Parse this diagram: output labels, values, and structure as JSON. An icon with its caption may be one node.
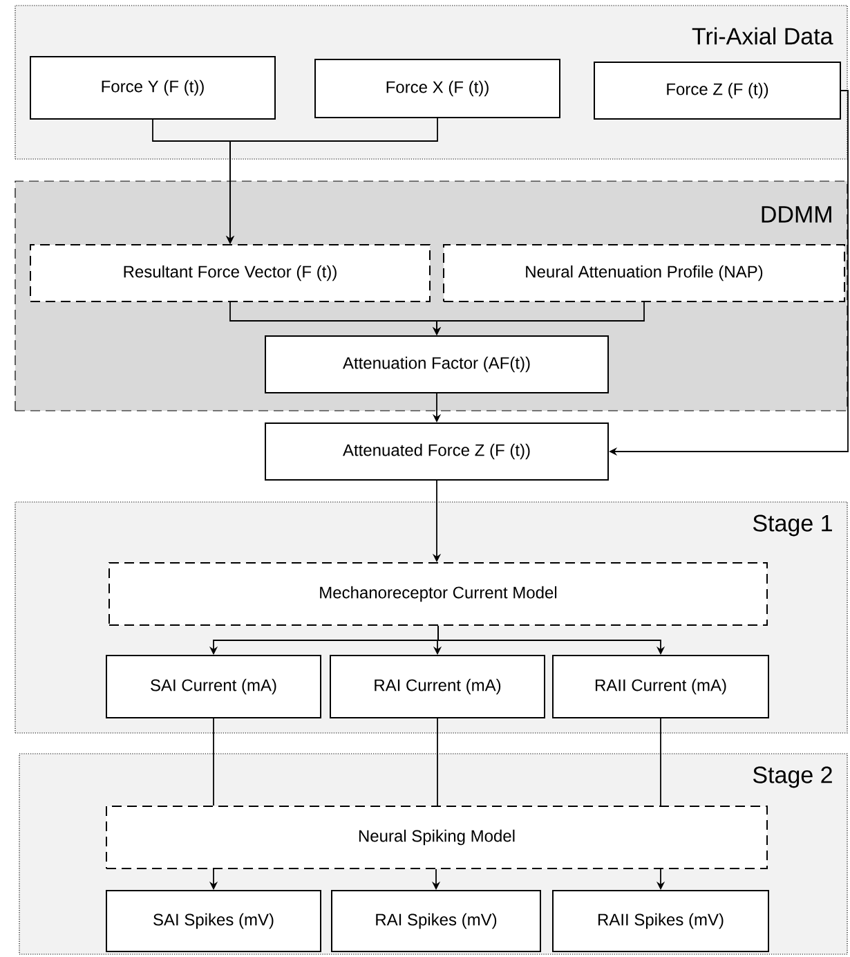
{
  "diagram": {
    "nodes": [
      {
        "text": [
          "Tri-Axial Data"
        ]
      },
      {
        "text": [
          "Force Y (F (t))"
        ],
        "in": 0
      },
      {
        "text": [
          "Force X (F (t))"
        ],
        "in": 0
      },
      {
        "text": [
          "Force Z (F (t))"
        ],
        "in": 0
      },
      {
        "text": [
          "DDMM"
        ]
      },
      {
        "text": [
          "Resultant Force Vector (F (t))"
        ],
        "in": 4
      },
      {
        "text": [
          "Neural Attenuation Profile (NAP)"
        ],
        "in": 4
      },
      {
        "text": [
          "Attenuation Factor (AF(t))"
        ],
        "in": 4
      },
      {
        "text": [
          "Attenuated Force Z (F (t))"
        ]
      },
      {
        "text": [
          "Stage 1"
        ]
      },
      {
        "text": [
          "Mechanoreceptor Current Model"
        ],
        "in": 9
      },
      {
        "text": [
          "SAI Current (mA)"
        ],
        "in": 9
      },
      {
        "text": [
          "RAI Current (mA)"
        ],
        "in": 9
      },
      {
        "text": [
          "RAII Current (mA)"
        ],
        "in": 9
      },
      {
        "text": [
          "Stage 2"
        ]
      },
      {
        "text": [
          "Neural Spiking Model"
        ],
        "in": 14
      },
      {
        "text": [
          "SAI Spikes (mV)"
        ],
        "in": 14
      },
      {
        "text": [
          "RAI Spikes (mV)"
        ],
        "in": 14
      },
      {
        "text": [
          "RAII Spikes (mV)"
        ],
        "in": 14
      }
    ],
    "edges": [
      {
        "from": 1,
        "to": 5,
        "arrow": "to"
      },
      {
        "from": 2,
        "to": 5,
        "arrow": "to"
      },
      {
        "from": 5,
        "to": 7,
        "arrow": "to"
      },
      {
        "from": 6,
        "to": 7,
        "arrow": "to"
      },
      {
        "from": 7,
        "to": 8,
        "arrow": "to"
      },
      {
        "from": 3,
        "to": 8,
        "arrow": "to"
      },
      {
        "from": 8,
        "to": 10,
        "arrow": "to"
      },
      {
        "from": 10,
        "to": 11,
        "arrow": "to"
      },
      {
        "from": 10,
        "to": 12,
        "arrow": "to"
      },
      {
        "from": 10,
        "to": 13,
        "arrow": "to"
      },
      {
        "from": 11,
        "to": 15,
        "arrow": "none"
      },
      {
        "from": 12,
        "to": 15,
        "arrow": "none"
      },
      {
        "from": 13,
        "to": 15,
        "arrow": "none"
      },
      {
        "from": 15,
        "to": 16,
        "arrow": "to"
      },
      {
        "from": 15,
        "to": 17,
        "arrow": "to"
      },
      {
        "from": 15,
        "to": 18,
        "arrow": "to"
      }
    ]
  }
}
